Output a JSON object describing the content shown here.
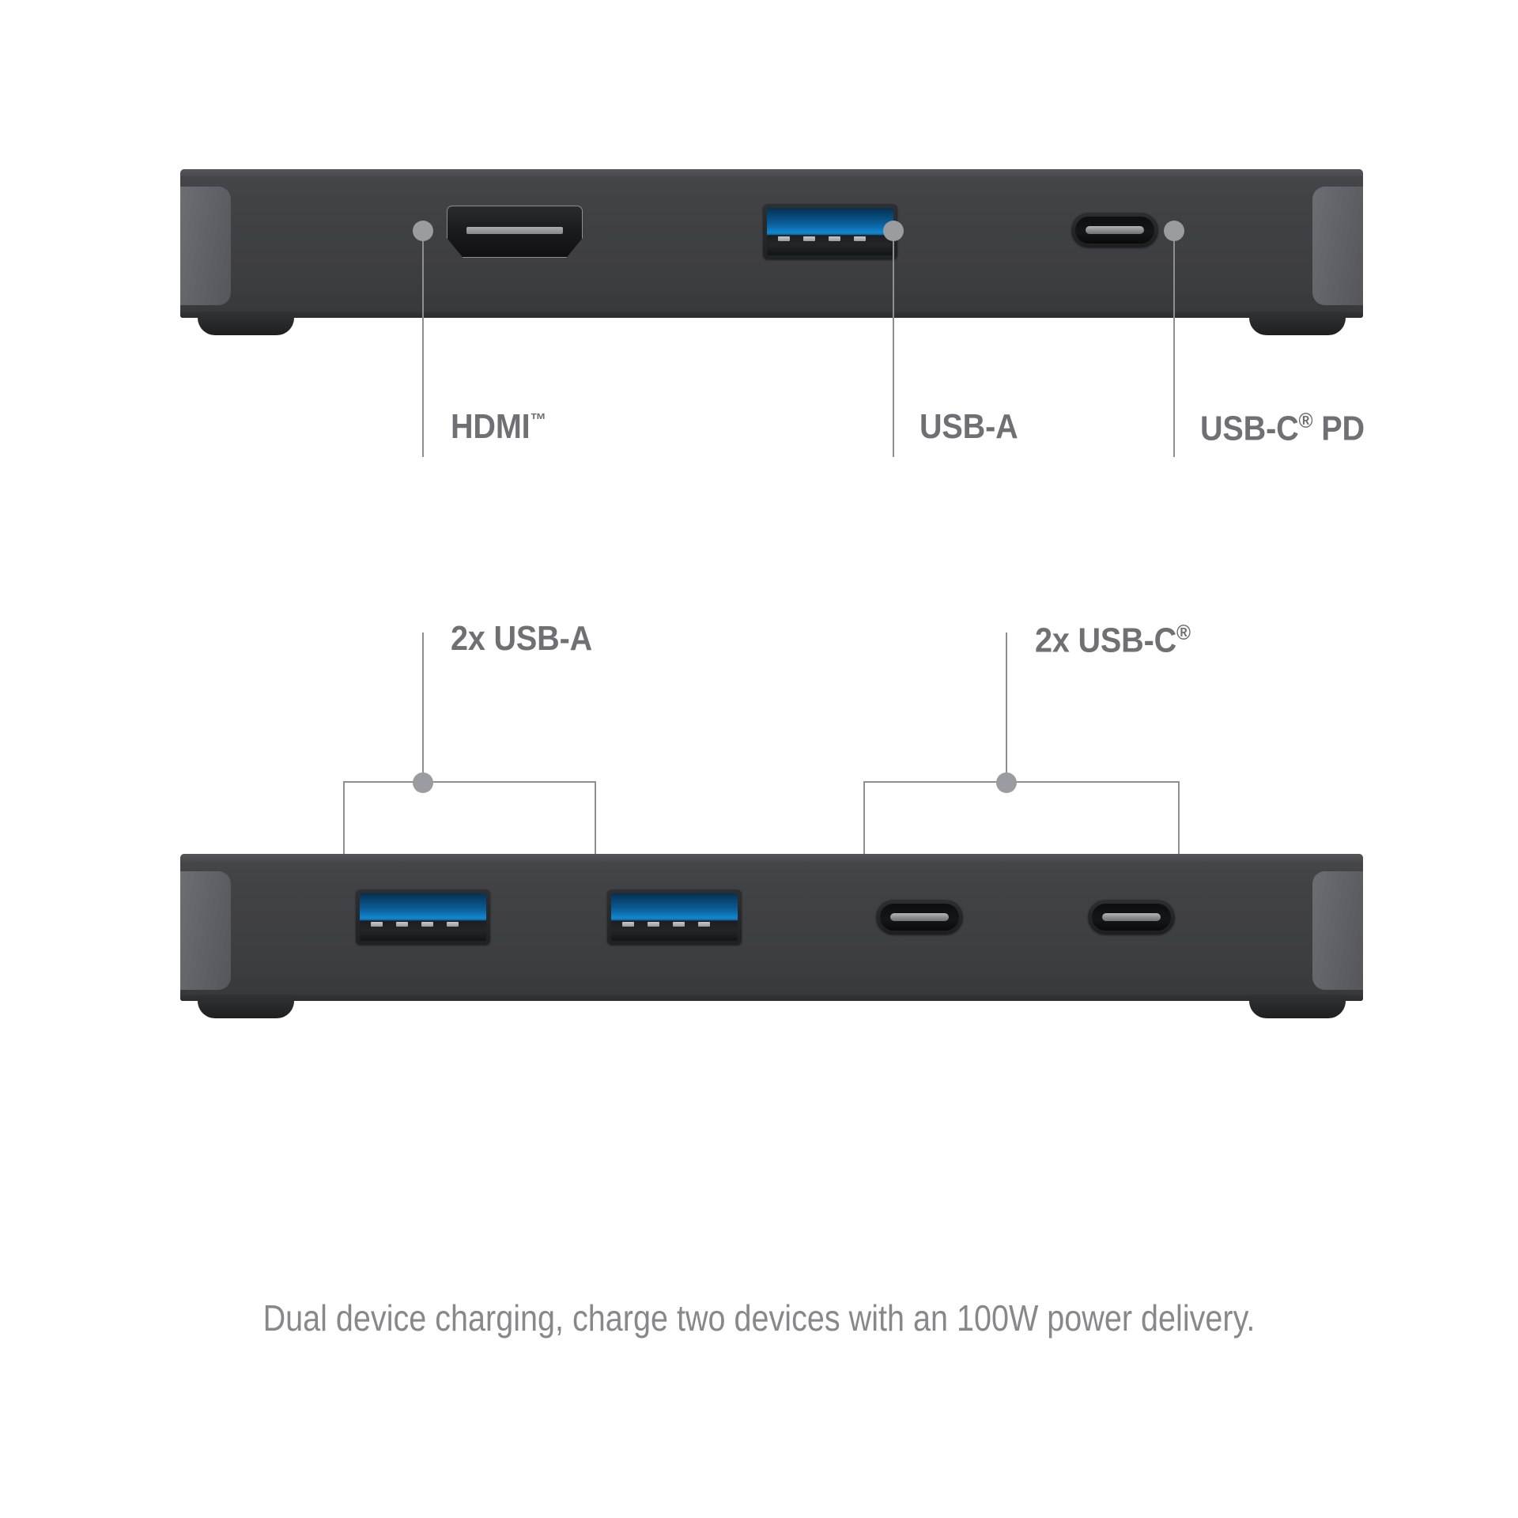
{
  "product": {
    "top_view": {
      "name": "docking-station-rear-view",
      "ports": [
        {
          "type": "hdmi",
          "icon": "hdmi-port-icon",
          "label": "HDMI",
          "suffix": "™"
        },
        {
          "type": "usb-a",
          "icon": "usb-a-port-icon",
          "label": "USB-A",
          "suffix": ""
        },
        {
          "type": "usb-c",
          "icon": "usb-c-port-icon",
          "label": "USB-C",
          "suffix": "® PD"
        }
      ]
    },
    "bottom_view": {
      "name": "docking-station-front-view",
      "ports": [
        {
          "type": "usb-a",
          "icon": "usb-a-port-icon"
        },
        {
          "type": "usb-a",
          "icon": "usb-a-port-icon"
        },
        {
          "type": "usb-c",
          "icon": "usb-c-port-icon"
        },
        {
          "type": "usb-c",
          "icon": "usb-c-port-icon"
        }
      ],
      "groups": [
        {
          "label": "2x USB-A",
          "suffix": ""
        },
        {
          "label": "2x USB-C",
          "suffix": "®"
        }
      ]
    }
  },
  "callouts": {
    "hdmi": {
      "text": "HDMI",
      "superscript": "™"
    },
    "usb_a": {
      "text": "USB-A",
      "superscript": ""
    },
    "usb_c_pd": {
      "text": "USB-C",
      "superscript": "®",
      "tail": " PD"
    },
    "dual_usb_a": {
      "text": "2x USB-A",
      "superscript": ""
    },
    "dual_usb_c": {
      "text": "2x USB-C",
      "superscript": "®"
    }
  },
  "caption": {
    "text": "Dual device charging, charge two devices with an 100W power delivery."
  },
  "colors": {
    "background": "#ffffff",
    "body": "#3f4042",
    "body_side": "#63656a",
    "label_text": "#6e7074",
    "caption_text": "#86888c",
    "leader_line": "#8d8f93",
    "usb_superspeed_blue": "#1287cf",
    "port_dark": "#141517"
  }
}
